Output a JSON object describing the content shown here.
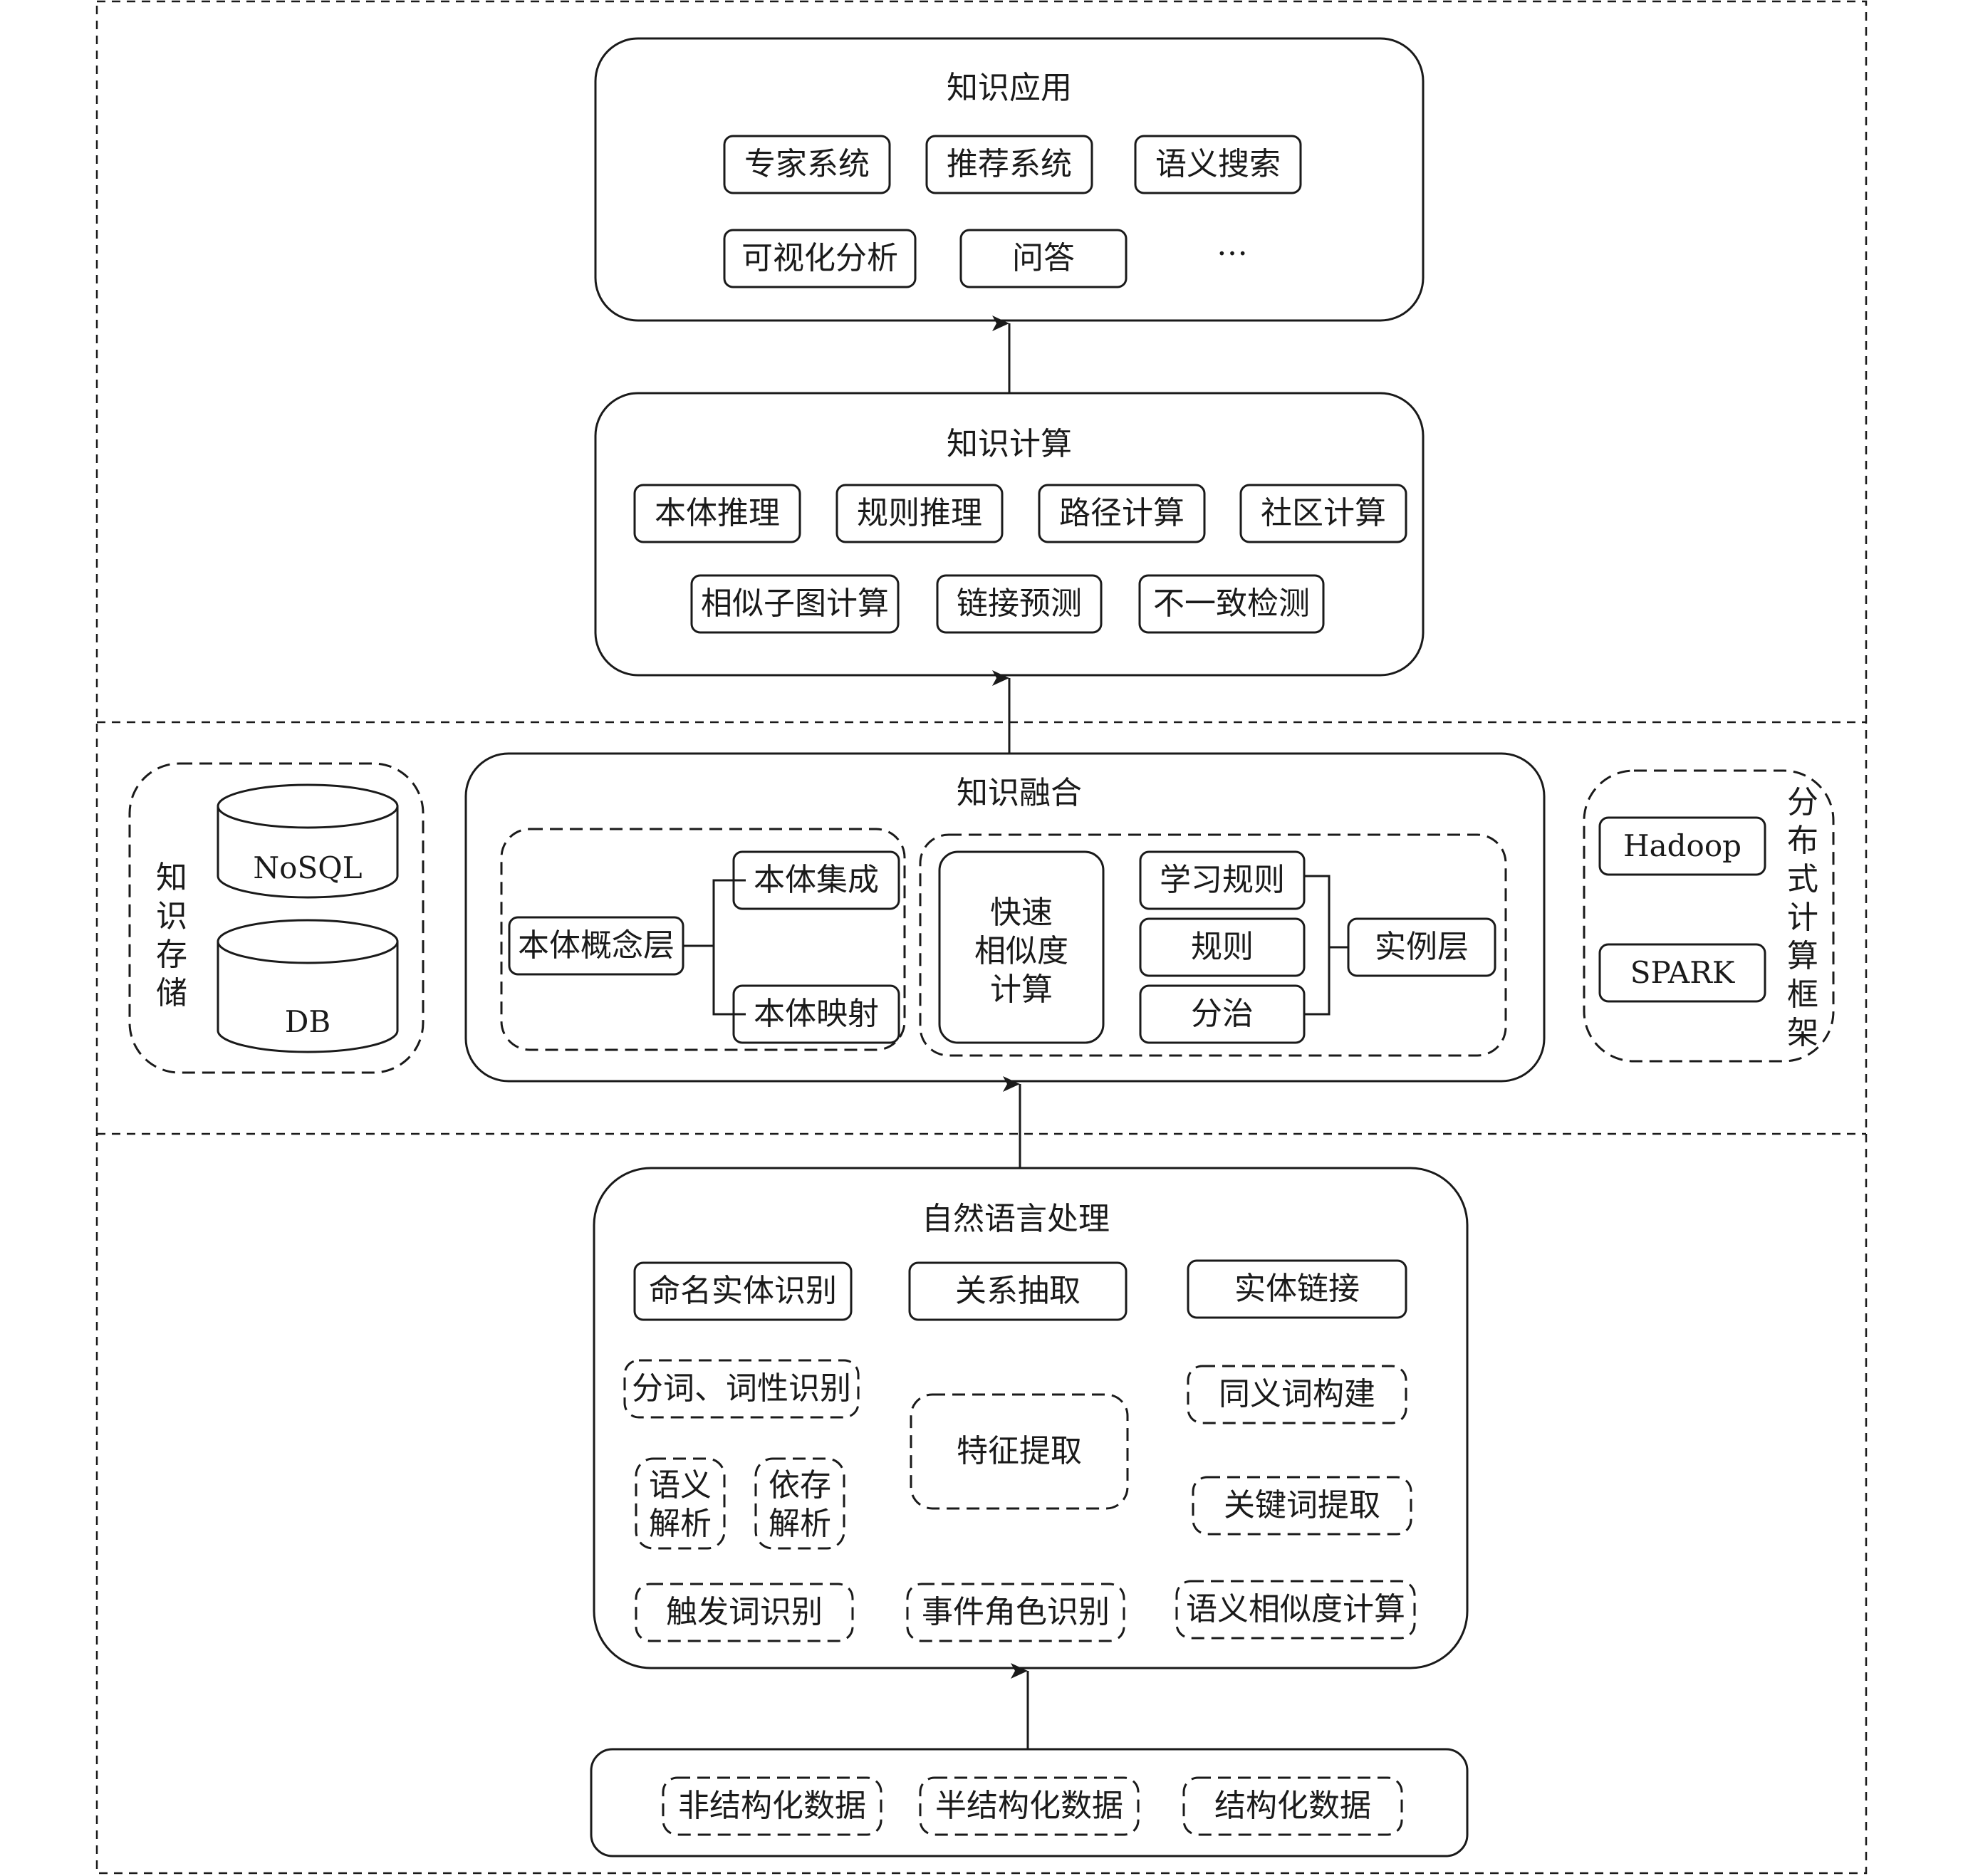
{
  "application": {
    "title": "知识应用",
    "items": [
      "专家系统",
      "推荐系统",
      "语义搜索",
      "可视化分析",
      "问答",
      "…"
    ]
  },
  "computation": {
    "title": "知识计算",
    "items": [
      "本体推理",
      "规则推理",
      "路径计算",
      "社区计算",
      "相似子图计算",
      "链接预测",
      "不一致检测"
    ]
  },
  "fusion": {
    "title": "知识融合",
    "ontology_layer": "本体概念层",
    "ontology_integration": "本体集成",
    "ontology_mapping": "本体映射",
    "fast_similarity": [
      "快速",
      "相似度",
      "计算"
    ],
    "learn_rules": "学习规则",
    "rules": "规则",
    "divide": "分治",
    "instance_layer": "实例层"
  },
  "storage": {
    "title": [
      "知",
      "识",
      "存",
      "储"
    ],
    "nosql": "NoSQL",
    "db": "DB"
  },
  "distributed": {
    "title": [
      "分",
      "布",
      "式",
      "计",
      "算",
      "框",
      "架"
    ],
    "hadoop": "Hadoop",
    "spark": "SPARK"
  },
  "nlp": {
    "title": "自然语言处理",
    "ner": "命名实体识别",
    "relation_extraction": "关系抽取",
    "entity_linking": "实体链接",
    "segmentation": "分词、词性识别",
    "semantic_parsing": [
      "语义",
      "解析"
    ],
    "dependency_parsing": [
      "依存",
      "解析"
    ],
    "feature_extraction": "特征提取",
    "synonym_building": "同义词构建",
    "keyword_extraction": "关键词提取",
    "trigger_recognition": "触发词识别",
    "event_role": "事件角色识别",
    "semantic_similarity": "语义相似度计算"
  },
  "data_sources": {
    "unstructured": "非结构化数据",
    "semi_structured": "半结构化数据",
    "structured": "结构化数据"
  }
}
